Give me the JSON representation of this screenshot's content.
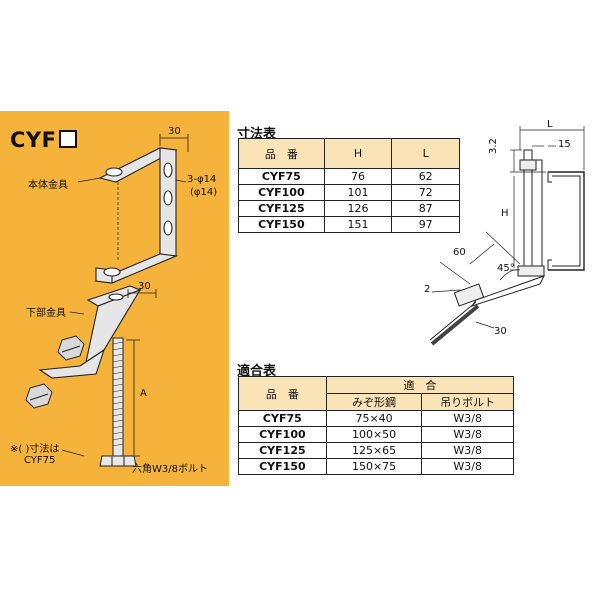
{
  "product": {
    "title": "CYF",
    "labels": {
      "dim_top_width": "30",
      "body_fitting": "本体金具",
      "hole_spec_1": "3-φ14",
      "hole_spec_2": "(φ14)",
      "dim_lower_width": "30",
      "lower_fitting": "下部金具",
      "dim_A": "A",
      "note_1": "※( )寸法は",
      "note_2": "CYF75",
      "bolt": "六角W3/8ボルト"
    }
  },
  "dimension_table": {
    "title": "寸法表",
    "headers": [
      "品　番",
      "H",
      "L"
    ],
    "rows": [
      [
        "CYF75",
        "76",
        "62"
      ],
      [
        "CYF100",
        "101",
        "72"
      ],
      [
        "CYF125",
        "126",
        "87"
      ],
      [
        "CYF150",
        "151",
        "97"
      ]
    ]
  },
  "compat_table": {
    "title": "適合表",
    "header_part": "品　番",
    "header_group": "適　合",
    "sub_headers": [
      "みぞ形鋼",
      "吊りボルト"
    ],
    "rows": [
      [
        "CYF75",
        "75×40",
        "W3/8"
      ],
      [
        "CYF100",
        "100×50",
        "W3/8"
      ],
      [
        "CYF125",
        "125×65",
        "W3/8"
      ],
      [
        "CYF150",
        "150×75",
        "W3/8"
      ]
    ]
  },
  "side_view": {
    "dim_L": "L",
    "dim_15": "15",
    "dim_32": "3.2",
    "dim_H": "H",
    "dim_60": "60",
    "dim_45": "45°",
    "dim_2": "2",
    "dim_30": "30"
  },
  "colors": {
    "panel": "#f6b33c",
    "header_fill": "#fbe3b8"
  }
}
